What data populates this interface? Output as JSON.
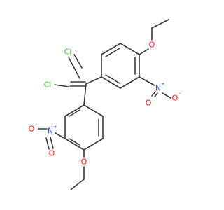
{
  "molecule": {
    "atoms": {
      "cl_top": {
        "symbol": "Cl",
        "color": "#33cc33"
      },
      "cl_left": {
        "symbol": "Cl",
        "color": "#33cc33"
      },
      "o_ether_top": {
        "symbol": "O",
        "color": "#ff0d0d"
      },
      "o_ether_bottom": {
        "symbol": "O",
        "color": "#ff0d0d"
      },
      "n_nitro_top": {
        "symbol": "N",
        "charge": "+",
        "color": "#3050f8"
      },
      "n_nitro_bottom": {
        "symbol": "N",
        "charge": "+",
        "color": "#3050f8"
      },
      "o_nitro_top_a": {
        "symbol": "O",
        "color": "#ff0d0d"
      },
      "o_nitro_top_b": {
        "symbol": "O",
        "charge": "-",
        "color": "#ff0d0d"
      },
      "o_nitro_bottom_a": {
        "symbol": "O",
        "color": "#ff0d0d"
      },
      "o_nitro_bottom_b": {
        "symbol": "O",
        "charge": "-",
        "color": "#ff0d0d"
      }
    }
  }
}
